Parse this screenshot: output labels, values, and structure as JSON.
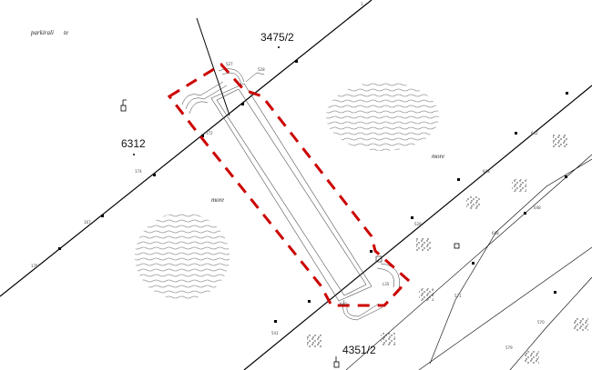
{
  "map": {
    "parcels": [
      {
        "id": "p1",
        "label": "3475/2"
      },
      {
        "id": "p2",
        "label": "6312"
      },
      {
        "id": "p3",
        "label": "4351/2"
      }
    ],
    "annotations": {
      "parkirali": "parkirali",
      "te": "te",
      "more1": "more",
      "more2": "more"
    },
    "colors": {
      "line": "#000000",
      "boundary": "#cc0000",
      "hatch": "#999999"
    }
  }
}
